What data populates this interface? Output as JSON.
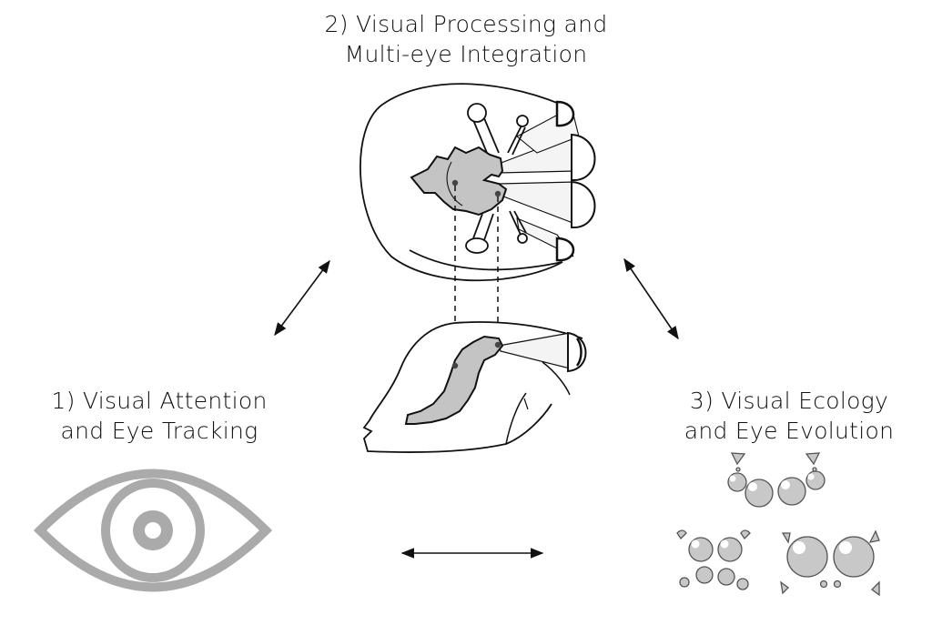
{
  "sections": {
    "processing": {
      "line1": "2) Visual Processing and",
      "line2": "Multi-eye Integration"
    },
    "attention": {
      "line1": "1) Visual Attention",
      "line2": "and Eye Tracking"
    },
    "ecology": {
      "line1": "3) Visual Ecology",
      "line2": "and Eye Evolution"
    }
  },
  "colors": {
    "stroke": "#111111",
    "brain_fill": "#c4c4c4",
    "eye_icon": "#aaaaaa",
    "lens_fill": "#c8c8c8"
  }
}
